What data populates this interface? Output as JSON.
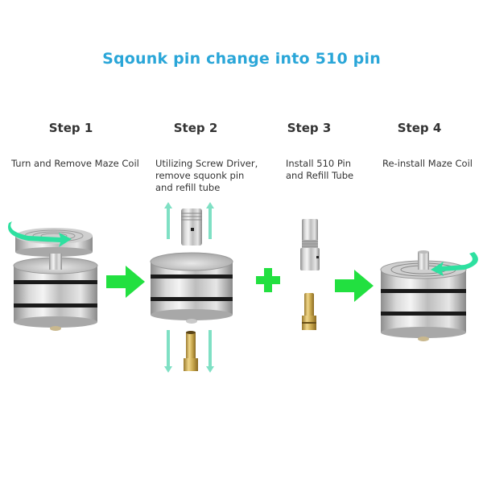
{
  "title": "Sqounk pin change into 510 pin",
  "steps": [
    {
      "label": "Step 1",
      "description": [
        "Turn and Remove Maze Coil"
      ]
    },
    {
      "label": "Step 2",
      "description": [
        "Utilizing Screw Driver,",
        "remove squonk pin",
        "and refill tube"
      ]
    },
    {
      "label": "Step 3",
      "description": [
        "Install 510 Pin",
        "and Refill Tube"
      ]
    },
    {
      "label": "Step 4",
      "description": [
        "Re-install Maze Coil"
      ]
    }
  ],
  "connectors": [
    "arrow-right",
    "arrow-right",
    "plus",
    "arrow-right"
  ],
  "colors": {
    "title": "#2aa6d8",
    "connector_green": "#22e040",
    "rotation_arrow": "#2ee0a0",
    "direction_arrow": "#7fe0c4",
    "steel": "#c8c8c8",
    "oring": "#1a1a1a",
    "brass": "#c9a84e"
  }
}
